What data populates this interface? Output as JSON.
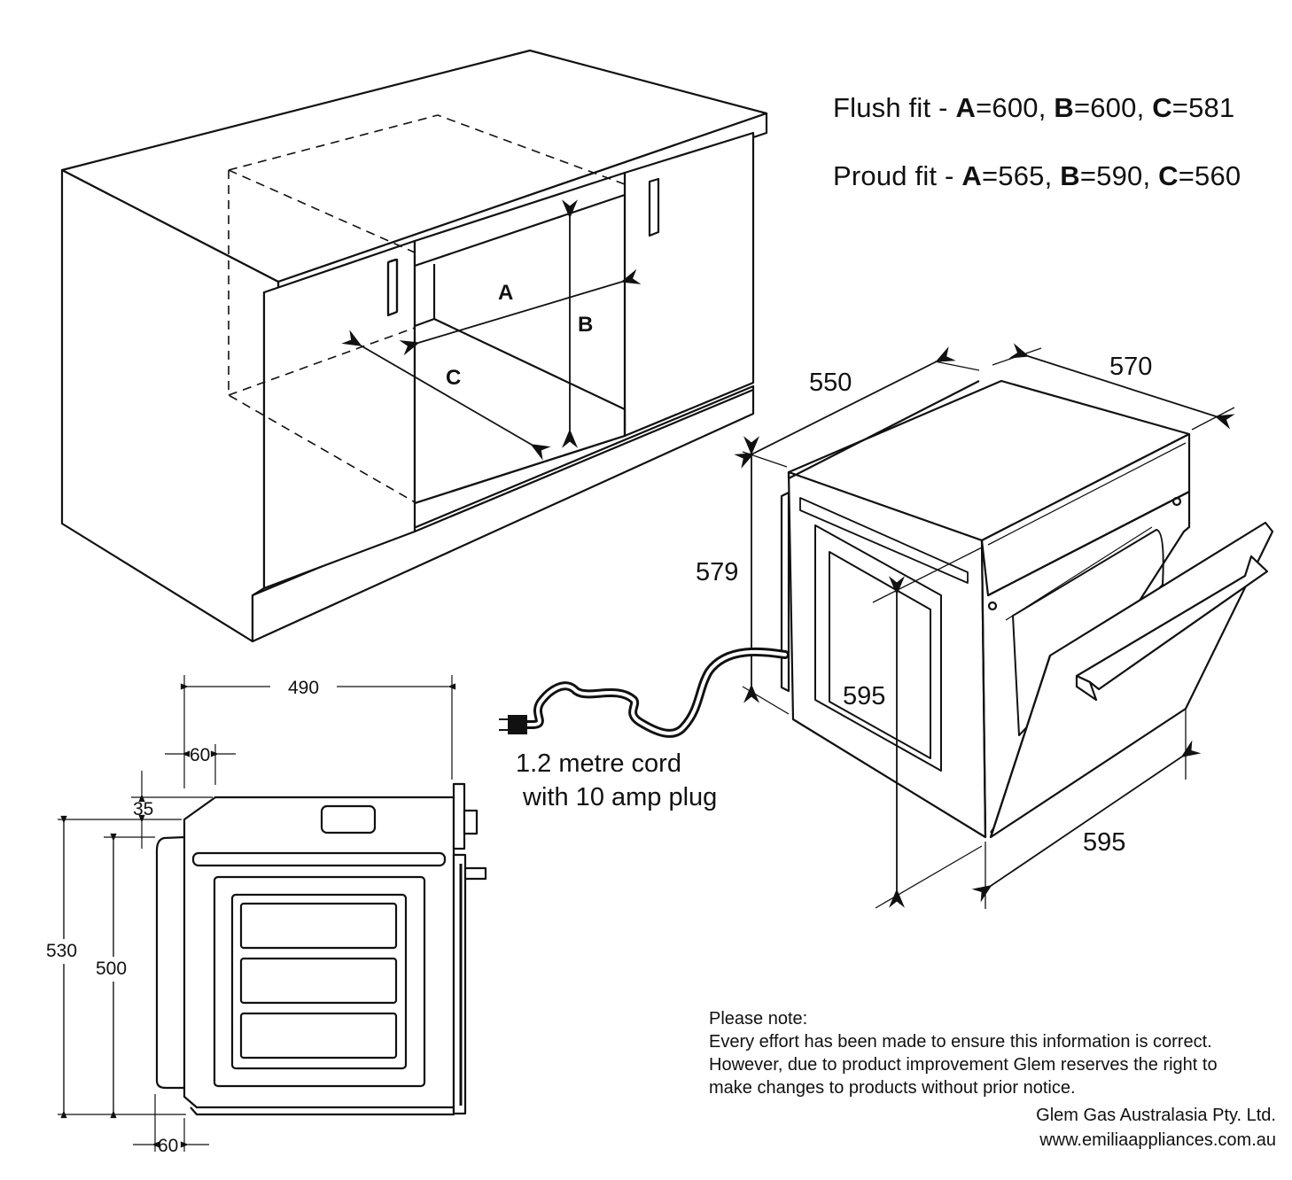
{
  "specs": {
    "flush": {
      "prefix": "Flush fit - ",
      "a_letter": "A",
      "a_value": "=600, ",
      "b_letter": "B",
      "b_value": "=600, ",
      "c_letter": "C",
      "c_value": "=581"
    },
    "proud": {
      "prefix": "Proud fit - ",
      "a_letter": "A",
      "a_value": "=565, ",
      "b_letter": "B",
      "b_value": "=590, ",
      "c_letter": "C",
      "c_value": "=560"
    }
  },
  "cabinet": {
    "label_a": "A",
    "label_b": "B",
    "label_c": "C"
  },
  "oven_3d": {
    "depth": "550",
    "depth_right": "570",
    "height": "579",
    "front_height": "595",
    "width": "595"
  },
  "cord": {
    "line1": "1.2 metre cord",
    "line2": " with 10 amp plug"
  },
  "side_view": {
    "depth_total": "490",
    "door_offset": "60",
    "top_offset": "35",
    "height_total": "530",
    "height_body": "500",
    "bottom_offset": "60"
  },
  "note": {
    "heading": "Please note:",
    "line1": "Every effort has been made to ensure this information is correct.",
    "line2": "However, due to product improvement Glem reserves the right to",
    "line3": "make changes to products without prior notice."
  },
  "company": {
    "name": "Glem Gas Australasia Pty. Ltd.",
    "website": "www.emiliaappliances.com.au"
  }
}
